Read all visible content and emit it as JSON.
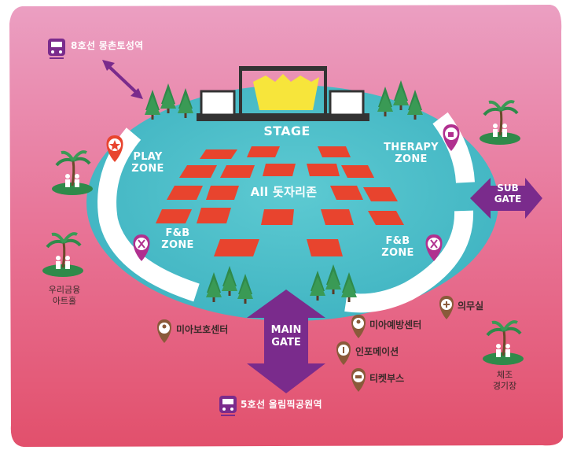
{
  "stage": "STAGE",
  "seating": "All 돗자리존",
  "zones": {
    "play": "PLAY\nZONE",
    "therapy": "THERAPY\nZONE",
    "fb_left": "F&B\nZONE",
    "fb_right": "F&B\nZONE"
  },
  "gates": {
    "main": "MAIN\nGATE",
    "sub": "SUB\nGATE"
  },
  "stations": {
    "top": "8호선 몽촌토성역",
    "bottom": "5호선 올림픽공원역"
  },
  "facilities": {
    "mia_care": "미아보호센터",
    "mia_prevent": "미아예방센터",
    "info": "인포메이션",
    "ticket": "티켓부스",
    "medical": "의무실"
  },
  "venues": {
    "left": "우리금융\n아트홀",
    "right": "체조\n경기장"
  },
  "colors": {
    "background": "#e9708f",
    "field": "#4fc0cc",
    "mat": "#e8442e",
    "purple": "#7a2b8c",
    "pin_brown": "#8a5a3a",
    "tree": "#2f8a4a"
  }
}
